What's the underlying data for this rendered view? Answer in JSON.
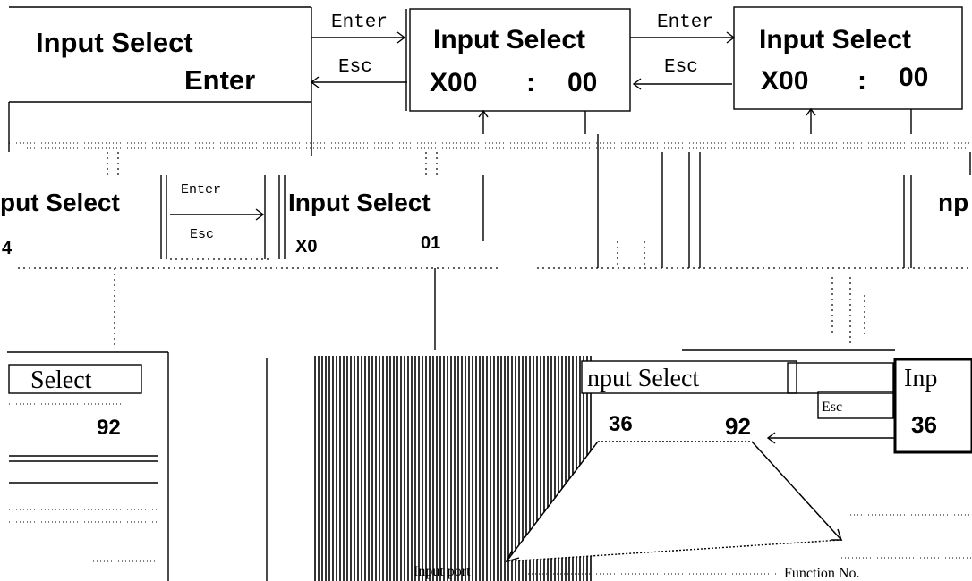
{
  "colors": {
    "ink": "#000000",
    "paper": "#ffffff"
  },
  "top_row": {
    "box1": {
      "title": "Input Select",
      "action": "Enter"
    },
    "box2": {
      "title": "Input Select",
      "port": "X00",
      "sep": ":",
      "func": "00"
    },
    "box3": {
      "title": "Input Select",
      "port": "X00",
      "sep": ":",
      "func": "00"
    },
    "arrow_enter": "Enter",
    "arrow_esc": "Esc"
  },
  "middle_row": {
    "left_title": "put Select",
    "center_title": "Input Select",
    "right_title": "np",
    "arrow_enter": "Enter",
    "arrow_esc": "Esc",
    "left_value": "4",
    "center_port": "X0",
    "center_value": "01"
  },
  "bottom_row": {
    "left_title": "Select",
    "left_value": "92",
    "center_title": "nput Select",
    "center_port": "36",
    "center_value": "92",
    "right_title": "Inp",
    "right_value": "36",
    "arrow_esc": "Esc",
    "label_input_port": "Input port",
    "label_function_no": "Function No."
  }
}
